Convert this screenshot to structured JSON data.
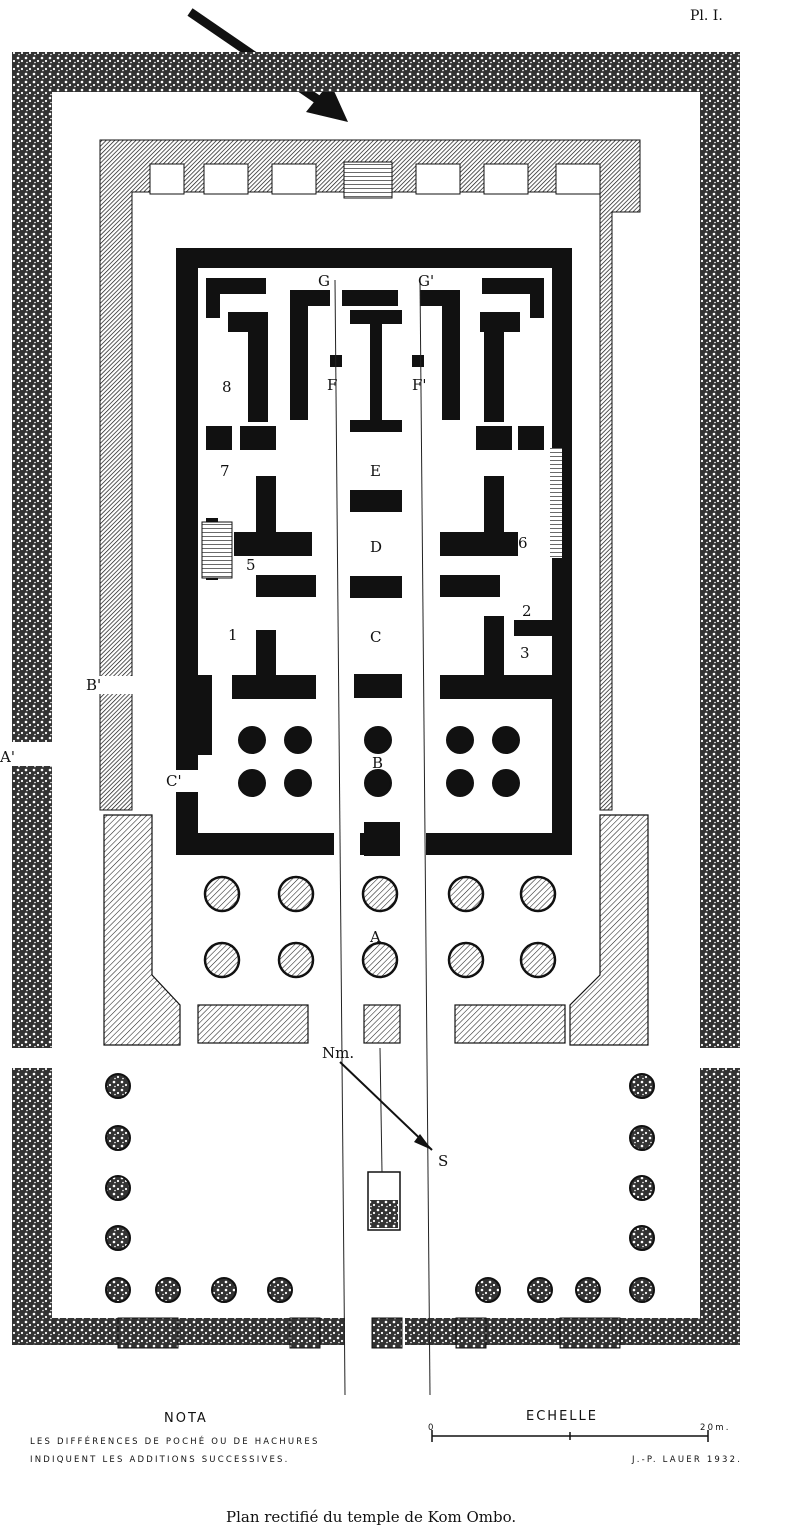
{
  "plate_number": "Pl. I.",
  "caption": "Plan rectifié du temple de Kom Ombo.",
  "labels": {
    "A": "A",
    "B": "B",
    "C": "C",
    "D": "D",
    "E": "E",
    "F": "F",
    "F_prime": "F'",
    "G": "G",
    "G_prime": "G'",
    "A_prime": "A'",
    "B_prime": "B'",
    "C_prime": "C'",
    "room_1": "1",
    "room_2": "2",
    "room_3": "3",
    "room_5": "5",
    "room_6": "6",
    "room_7": "7",
    "room_8": "8",
    "north": "Nm.",
    "south": "S"
  },
  "nota": {
    "title": "NOTA",
    "line1": "LES DIFFÉRENCES DE POCHÉ OU DE HACHURES",
    "line2": "INDIQUENT LES ADDITIONS SUCCESSIVES."
  },
  "scale": {
    "title": "ECHELLE",
    "start": "0",
    "end": "20m."
  },
  "author": "J.-P. LAUER 1932.",
  "colors": {
    "ink": "#111111",
    "paper": "#ffffff"
  }
}
